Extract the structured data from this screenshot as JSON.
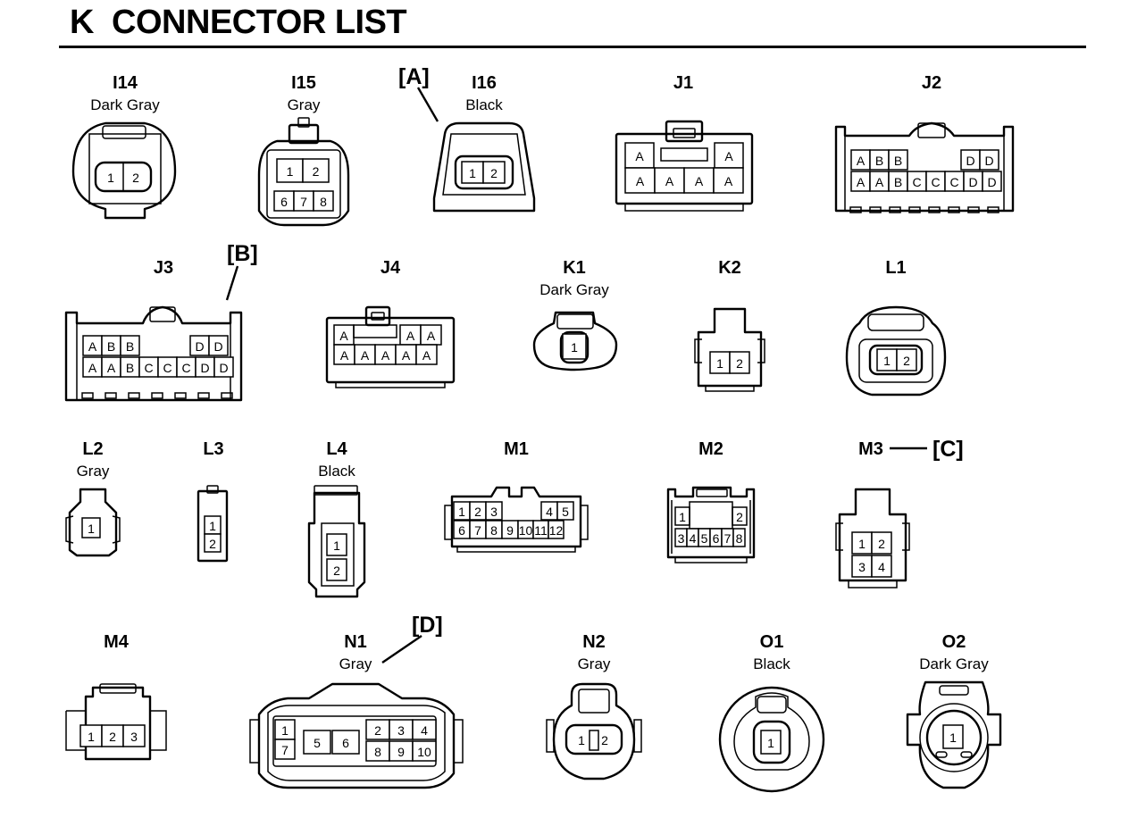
{
  "title": "K  CONNECTOR LIST",
  "connectors": [
    {
      "id": "I14",
      "label": "I14",
      "color": "Dark Gray",
      "pins": [
        "1",
        "2"
      ]
    },
    {
      "id": "I15",
      "label": "I15",
      "color": "Gray",
      "pins": [
        "1",
        "2",
        "6",
        "7",
        "8"
      ]
    },
    {
      "id": "I16",
      "label": "I16",
      "color": "Black",
      "pins": [
        "1",
        "2"
      ]
    },
    {
      "id": "J1",
      "label": "J1",
      "color": "",
      "pins": [
        "A",
        "A",
        "A",
        "A",
        "A",
        "A"
      ]
    },
    {
      "id": "J2",
      "label": "J2",
      "color": "",
      "pins": [
        "A",
        "B",
        "B",
        "D",
        "D",
        "A",
        "A",
        "B",
        "C",
        "C",
        "C",
        "D",
        "D"
      ]
    },
    {
      "id": "J3",
      "label": "J3",
      "color": "",
      "pins": [
        "A",
        "B",
        "B",
        "D",
        "D",
        "A",
        "A",
        "B",
        "C",
        "C",
        "C",
        "D",
        "D"
      ]
    },
    {
      "id": "J4",
      "label": "J4",
      "color": "",
      "pins": [
        "A",
        "A",
        "A",
        "A",
        "A",
        "A",
        "A",
        "A"
      ]
    },
    {
      "id": "K1",
      "label": "K1",
      "color": "Dark Gray",
      "pins": [
        "1"
      ]
    },
    {
      "id": "K2",
      "label": "K2",
      "color": "",
      "pins": [
        "1",
        "2"
      ]
    },
    {
      "id": "L1",
      "label": "L1",
      "color": "",
      "pins": [
        "1",
        "2"
      ]
    },
    {
      "id": "L2",
      "label": "L2",
      "color": "Gray",
      "pins": [
        "1"
      ]
    },
    {
      "id": "L3",
      "label": "L3",
      "color": "",
      "pins": [
        "1",
        "2"
      ]
    },
    {
      "id": "L4",
      "label": "L4",
      "color": "Black",
      "pins": [
        "1",
        "2"
      ]
    },
    {
      "id": "M1",
      "label": "M1",
      "color": "",
      "pins": [
        "1",
        "2",
        "3",
        "4",
        "5",
        "6",
        "7",
        "8",
        "9",
        "10",
        "11",
        "12"
      ]
    },
    {
      "id": "M2",
      "label": "M2",
      "color": "",
      "pins": [
        "1",
        "2",
        "3",
        "4",
        "5",
        "6",
        "7",
        "8"
      ]
    },
    {
      "id": "M3",
      "label": "M3",
      "color": "",
      "pins": [
        "1",
        "2",
        "3",
        "4"
      ]
    },
    {
      "id": "M4",
      "label": "M4",
      "color": "",
      "pins": [
        "1",
        "2",
        "3"
      ]
    },
    {
      "id": "N1",
      "label": "N1",
      "color": "Gray",
      "pins": [
        "1",
        "7",
        "5",
        "6",
        "2",
        "3",
        "4",
        "8",
        "9",
        "10"
      ]
    },
    {
      "id": "N2",
      "label": "N2",
      "color": "Gray",
      "pins": [
        "1",
        "2"
      ]
    },
    {
      "id": "O1",
      "label": "O1",
      "color": "Black",
      "pins": [
        "1"
      ]
    },
    {
      "id": "O2",
      "label": "O2",
      "color": "Dark Gray",
      "pins": [
        "1"
      ]
    }
  ],
  "callouts": [
    {
      "id": "A",
      "text": "[A]"
    },
    {
      "id": "B",
      "text": "[B]"
    },
    {
      "id": "C",
      "text": "[C]"
    },
    {
      "id": "D",
      "text": "[D]"
    }
  ]
}
